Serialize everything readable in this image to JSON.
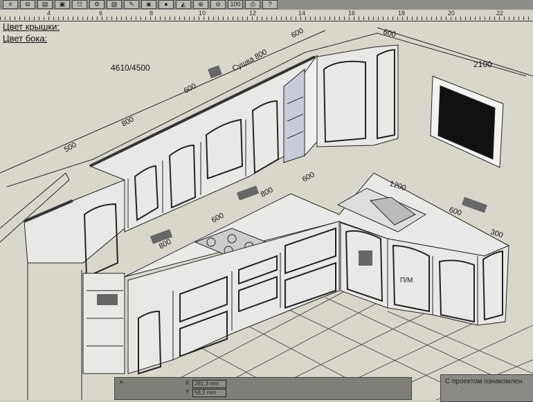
{
  "toolbar": {
    "buttons": [
      "list",
      "copy",
      "docs",
      "disk",
      "props",
      "gear",
      "image",
      "paint",
      "camera",
      "globe",
      "mirror",
      "zoom-in",
      "zoom-out",
      "100",
      "print",
      "help"
    ],
    "zoom_label": "100"
  },
  "ruler": {
    "ticks": [
      "4",
      "6",
      "8",
      "10",
      "12",
      "14",
      "16",
      "18",
      "20",
      "22"
    ]
  },
  "side_labels": {
    "top_color": "Цвет крышки:",
    "side_color": "Цвет бока:"
  },
  "drawing": {
    "total": "4610/4500",
    "upper_dims": [
      "500",
      "800",
      "600",
      "Сушка 800",
      "600",
      "600"
    ],
    "right_wall": "2100",
    "lower_dims": [
      "800",
      "600",
      "800",
      "600",
      "1200",
      "600",
      "300"
    ],
    "dishwasher": "П/М"
  },
  "coords": {
    "x": "281,3 mm",
    "y": "58,2 mm"
  },
  "note": {
    "text": "С проектом ознакомлен"
  }
}
